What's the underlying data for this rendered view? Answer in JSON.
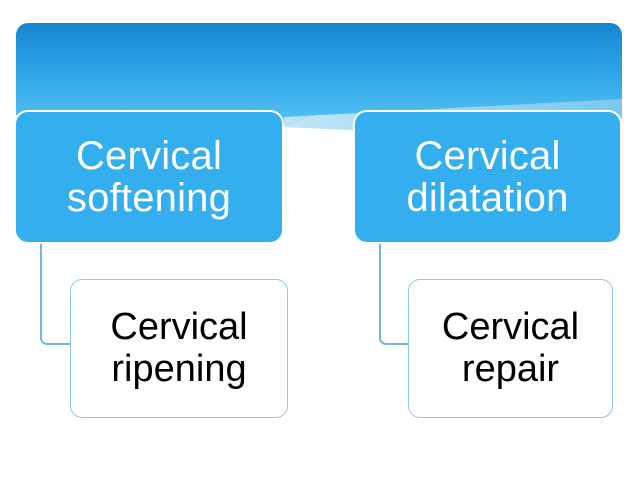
{
  "diagram": {
    "type": "hierarchy",
    "title_text": "",
    "colors": {
      "banner_gradient_top": "#1C8FD6",
      "banner_gradient_bottom": "#4FBDF2",
      "banner_highlight": "#AFDCF5",
      "primary_fill": "#33AEEF",
      "primary_border": "#FFFFFF",
      "primary_text": "#FFFFFF",
      "secondary_fill": "#FFFFFF",
      "secondary_border": "#8ECAE8",
      "secondary_text": "#000000",
      "connector": "#6FB7DE",
      "page_background": "#FFFFFF"
    },
    "banner": {
      "label": "header-banner",
      "text": ""
    },
    "branches": [
      {
        "id": "branch-left",
        "primary": {
          "name": "node-cervical-softening",
          "text": "Cervical\nsoftening"
        },
        "secondary": {
          "name": "node-cervical-ripening",
          "text": "Cervical\nripening"
        },
        "connector_name": "connector-softening-ripening"
      },
      {
        "id": "branch-right",
        "primary": {
          "name": "node-cervical-dilatation",
          "text": "Cervical\ndilatation"
        },
        "secondary": {
          "name": "node-cervical-repair",
          "text": "Cervical\nrepair"
        },
        "connector_name": "connector-dilatation-repair"
      }
    ]
  }
}
